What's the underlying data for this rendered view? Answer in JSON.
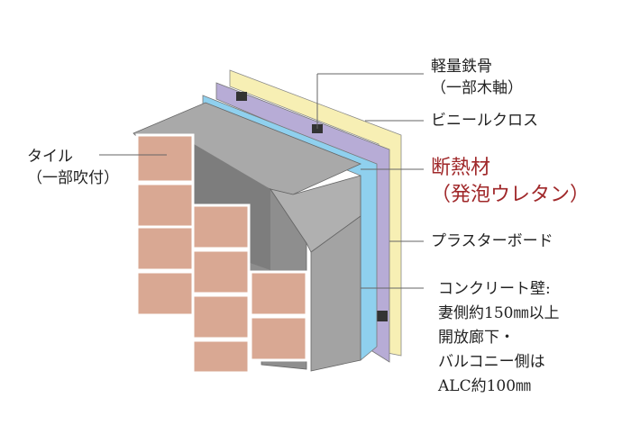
{
  "labels": {
    "steel_frame": [
      "軽量鉄骨",
      "（一部木軸）"
    ],
    "vinyl_cloth": "ビニールクロス",
    "insulation": [
      "断熱材",
      "（発泡ウレタン）"
    ],
    "plaster_board": "プラスターボード",
    "concrete": [
      "コンクリート壁:",
      "妻側約150㎜以上",
      "開放廊下・",
      "バルコニー側は",
      "ALC約100㎜"
    ],
    "tile": [
      "タイル",
      "（一部吹付）"
    ]
  },
  "colors": {
    "vinyl_cloth": "#f7efb4",
    "plaster_board": "#b7acd6",
    "insulation": "#8fd0ee",
    "concrete": "#9a9a9a",
    "tile": "#d9a893",
    "highlight": "#a0282a"
  }
}
